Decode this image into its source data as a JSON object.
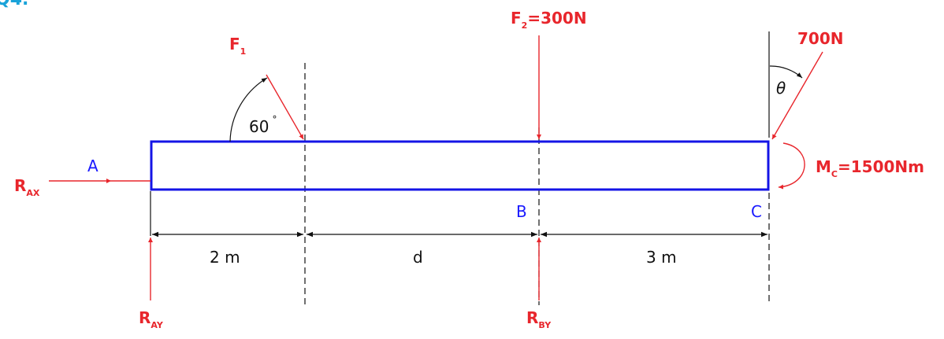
{
  "corner_text": "Q4.",
  "points": {
    "a": "A",
    "b": "B",
    "c": "C"
  },
  "forces": {
    "f1_main": "F",
    "f1_sub": "1",
    "f2_main": "F",
    "f2_sub": "2",
    "f2_value": "=300N",
    "f3_value": "700N",
    "moment_main": "M",
    "moment_sub": "C",
    "moment_value": "=1500Nm"
  },
  "reactions": {
    "rax_main": "R",
    "rax_sub": "AX",
    "ray_main": "R",
    "ray_sub": "AY",
    "rby_main": "R",
    "rby_sub": "BY"
  },
  "angles": {
    "f1_angle": "60",
    "f1_degree": "°",
    "theta": "θ"
  },
  "dimensions": {
    "seg1": "2 m",
    "seg2": "d",
    "seg3": "3 m"
  },
  "colors": {
    "beam": "#1414e6",
    "force": "#e8262c",
    "dimension": "#111111",
    "label_blue": "#1a1aff"
  }
}
